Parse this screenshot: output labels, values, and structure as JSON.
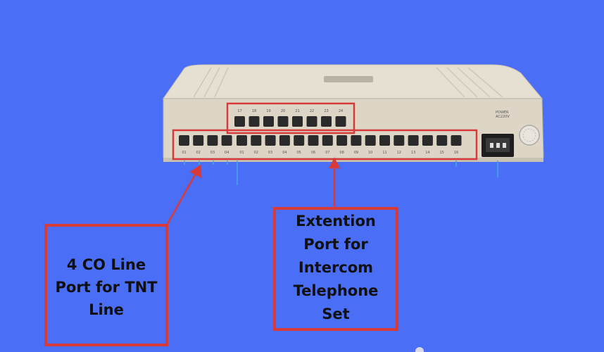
{
  "colors": {
    "background": "#4a6ef5",
    "device_body": "#ddd6c7",
    "annotation_red": "#d83a3a",
    "port_dark": "#2a2a2a"
  },
  "device": {
    "power_label": "POWER\nAC220V",
    "top_port_numbers": [
      "17",
      "18",
      "19",
      "20",
      "21",
      "22",
      "23",
      "24"
    ],
    "co_port_labels": [
      "01",
      "02",
      "03",
      "04"
    ],
    "extension_port_labels": [
      "01",
      "02",
      "03",
      "04",
      "05",
      "06",
      "07",
      "08",
      "09",
      "10",
      "11",
      "12",
      "13",
      "14",
      "15",
      "16"
    ]
  },
  "annotations": {
    "co_line": "4 CO Line\nPort for TNT\nLine",
    "extension": "Extention\nPort for\nIntercom\nTelephone\nSet"
  }
}
